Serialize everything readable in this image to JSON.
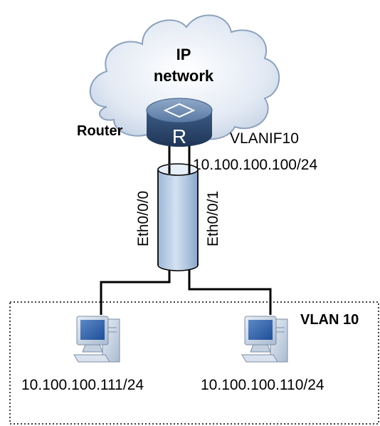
{
  "cloud": {
    "line1": "IP",
    "line2": "network"
  },
  "router": {
    "label": "Router",
    "glyph": "R"
  },
  "vlanif": {
    "name": "VLANIF10",
    "address": "10.100.100.100/24"
  },
  "ports": {
    "left": "Eth0/0/0",
    "right": "Eth0/0/1"
  },
  "vlan": {
    "label": "VLAN 10"
  },
  "hosts": [
    {
      "ip": "10.100.100.111/24"
    },
    {
      "ip": "10.100.100.110/24"
    }
  ],
  "colors": {
    "cloud_fill": "#dde6f2",
    "cloud_stroke": "#8aa0bc",
    "router_top": "#5f7fa6",
    "router_body": "#2f4a70",
    "tube_fill": "#b8cde6",
    "line": "#000000"
  }
}
